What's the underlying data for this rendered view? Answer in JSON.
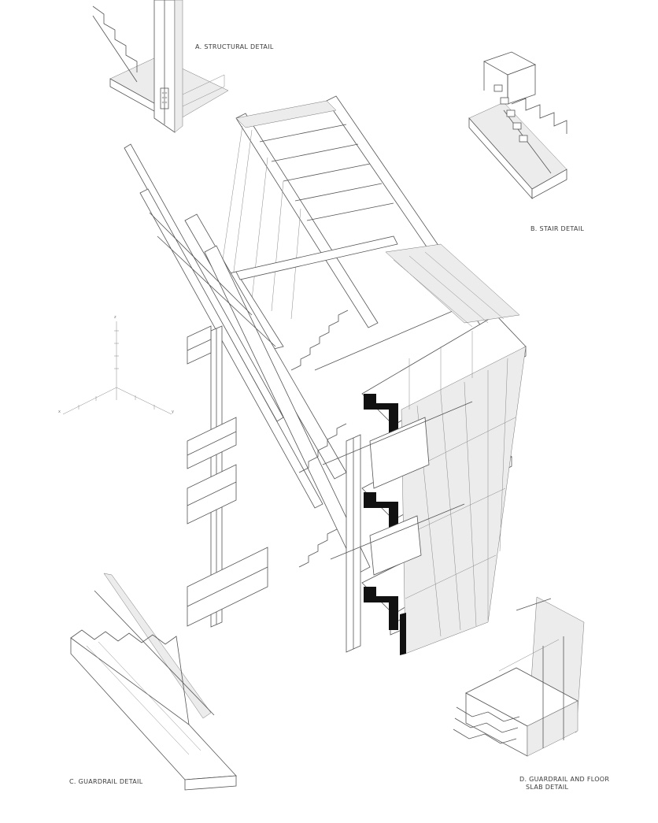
{
  "labels": {
    "a": "A. STRUCTURAL DETAIL",
    "b": "B. STAIR DETAIL",
    "c": "C. GUARDRAIL DETAIL",
    "d_line1": "D. GUARDRAIL AND FLOOR",
    "d_line2": "SLAB DETAIL"
  },
  "axis_labels": {
    "z": "z",
    "x": "x",
    "y": "y"
  },
  "colors": {
    "line": "#555555",
    "solid": "#111111",
    "paper": "#ffffff"
  }
}
